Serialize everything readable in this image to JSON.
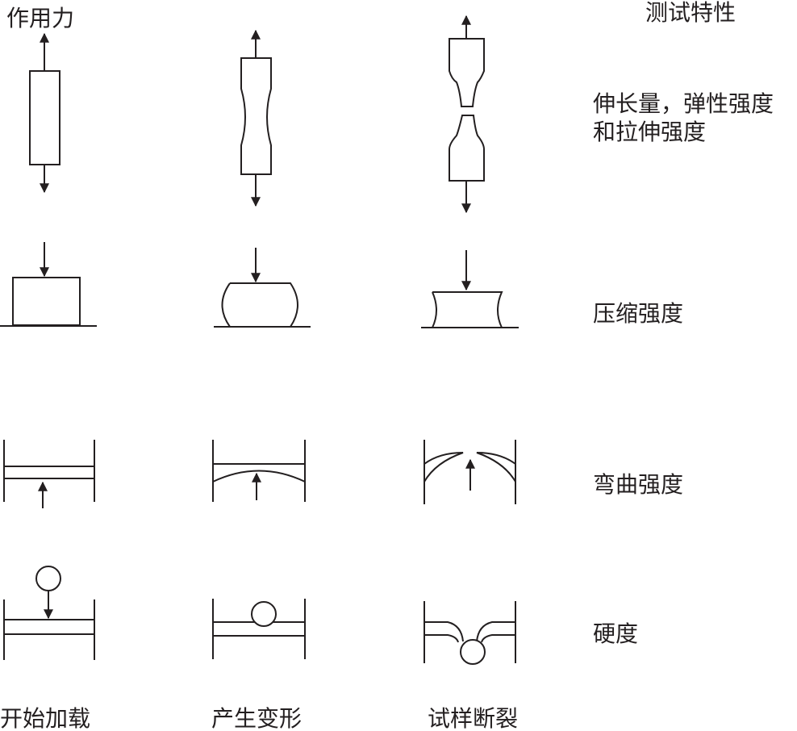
{
  "header": {
    "left": "作用力",
    "right": "测试特性"
  },
  "properties": {
    "tensile_line1": "伸长量，弹性强度",
    "tensile_line2": "和拉伸强度",
    "compression": "压缩强度",
    "bending": "弯曲强度",
    "hardness": "硬度"
  },
  "stages": {
    "start": "开始加载",
    "deform": "产生变形",
    "fracture": "试样断裂"
  }
}
